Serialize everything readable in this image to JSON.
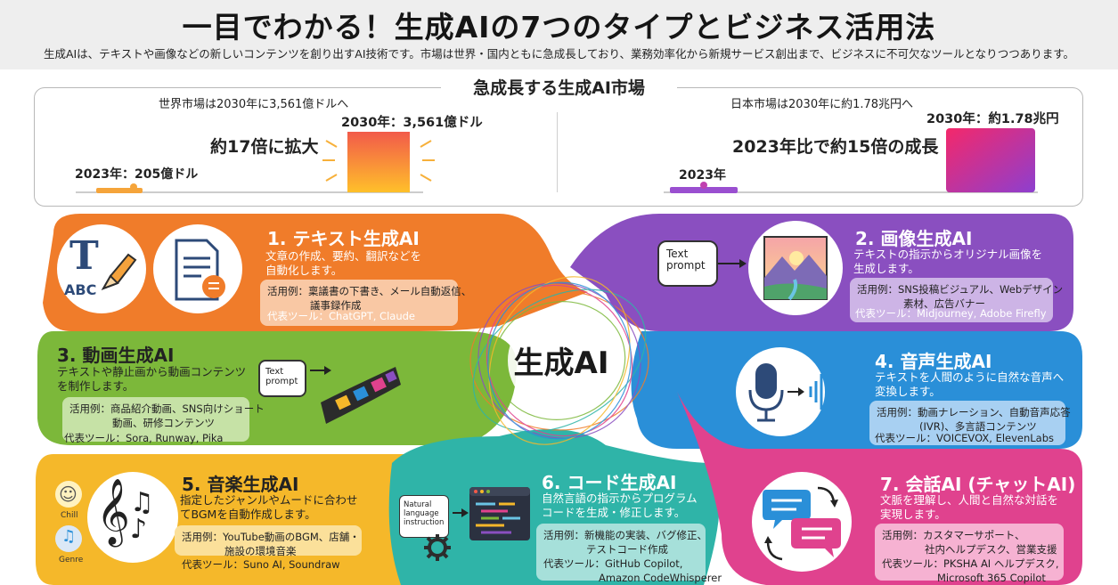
{
  "header": {
    "title": "一目でわかる！生成AIの7つのタイプとビジネス活用法",
    "subtitle": "生成AIは、テキストや画像などの新しいコンテンツを創り出すAI技術です。市場は世界・国内ともに急成長しており、業務効率化から新規サービス創出まで、ビジネスに不可欠なツールとなりつつあります。"
  },
  "market": {
    "title": "急成長する生成AI市場",
    "global": {
      "heading": "世界市場は2030年に3,561億ドルへ",
      "value_2023": "2023年：205億ドル",
      "value_2030": "2030年：3,561億ドル",
      "growth": "約17倍に拡大"
    },
    "japan": {
      "heading": "日本市場は2030年に約1.78兆円へ",
      "value_2023": "2023年",
      "value_2030": "2030年：約1.78兆円",
      "growth": "2023年比で約15倍の成長"
    }
  },
  "center": {
    "label": "生成AI"
  },
  "types": [
    {
      "title": "1. テキスト生成AI",
      "desc": [
        "文章の作成、要約、翻訳などを",
        "自動化します。"
      ],
      "usecase": [
        "活用例：稟議書の下書き、メール自動返信、",
        "議事録作成"
      ],
      "tools": "代表ツール：ChatGPT, Claude",
      "color": "#f07c2a",
      "icon_label": "ABC"
    },
    {
      "title": "2. 画像生成AI",
      "desc": [
        "テキストの指示からオリジナル画像を",
        "生成します。"
      ],
      "usecase": [
        "活用例：SNS投稿ビジュアル、Webデザイン",
        "素材、広告バナー"
      ],
      "tools": "代表ツール：Midjourney, Adobe Firefly",
      "color": "#8a4fc0",
      "icon_label": "Text prompt"
    },
    {
      "title": "3. 動画生成AI",
      "desc": [
        "テキストや静止画から動画コンテンツ",
        "を制作します。"
      ],
      "usecase": [
        "活用例：商品紹介動画、SNS向けショート",
        "動画、研修コンテンツ"
      ],
      "tools": "代表ツール：Sora, Runway, Pika",
      "color": "#7cb83a",
      "icon_label": "Text prompt"
    },
    {
      "title": "4. 音声生成AI",
      "desc": [
        "テキストを人間のように自然な音声へ",
        "変換します。"
      ],
      "usecase": [
        "活用例：動画ナレーション、自動音声応答",
        "(IVR)、多言語コンテンツ"
      ],
      "tools": "代表ツール：VOICEVOX, ElevenLabs",
      "color": "#2a8fd8"
    },
    {
      "title": "5. 音楽生成AI",
      "desc": [
        "指定したジャンルやムードに合わせ",
        "てBGMを自動作成します。"
      ],
      "usecase": [
        "活用例：YouTube動画のBGM、店舗・",
        "施設の環境音楽"
      ],
      "tools": "代表ツール：Suno AI, Soundraw",
      "color": "#f5b82a",
      "icon_labels": [
        "Chill",
        "Genre"
      ]
    },
    {
      "title": "6. コード生成AI",
      "desc": [
        "自然言語の指示からプログラム",
        "コードを生成・修正します。"
      ],
      "usecase": [
        "活用例：新機能の実装、バグ修正、",
        "テストコード作成"
      ],
      "tools": [
        "代表ツール：GitHub Copilot,",
        "Amazon CodeWhisperer"
      ],
      "color": "#2fb4a8",
      "icon_label": [
        "Natural",
        "language",
        "instruction"
      ]
    },
    {
      "title": "7. 会話AI (チャットAI)",
      "desc": [
        "文脈を理解し、人間と自然な対話を",
        "実現します。"
      ],
      "usecase": [
        "活用例：カスタマーサポート、",
        "社内ヘルプデスク、営業支援"
      ],
      "tools": [
        "代表ツール：PKSHA AI ヘルプデスク,",
        "Microsoft 365 Copilot"
      ],
      "color": "#e0428e"
    }
  ]
}
